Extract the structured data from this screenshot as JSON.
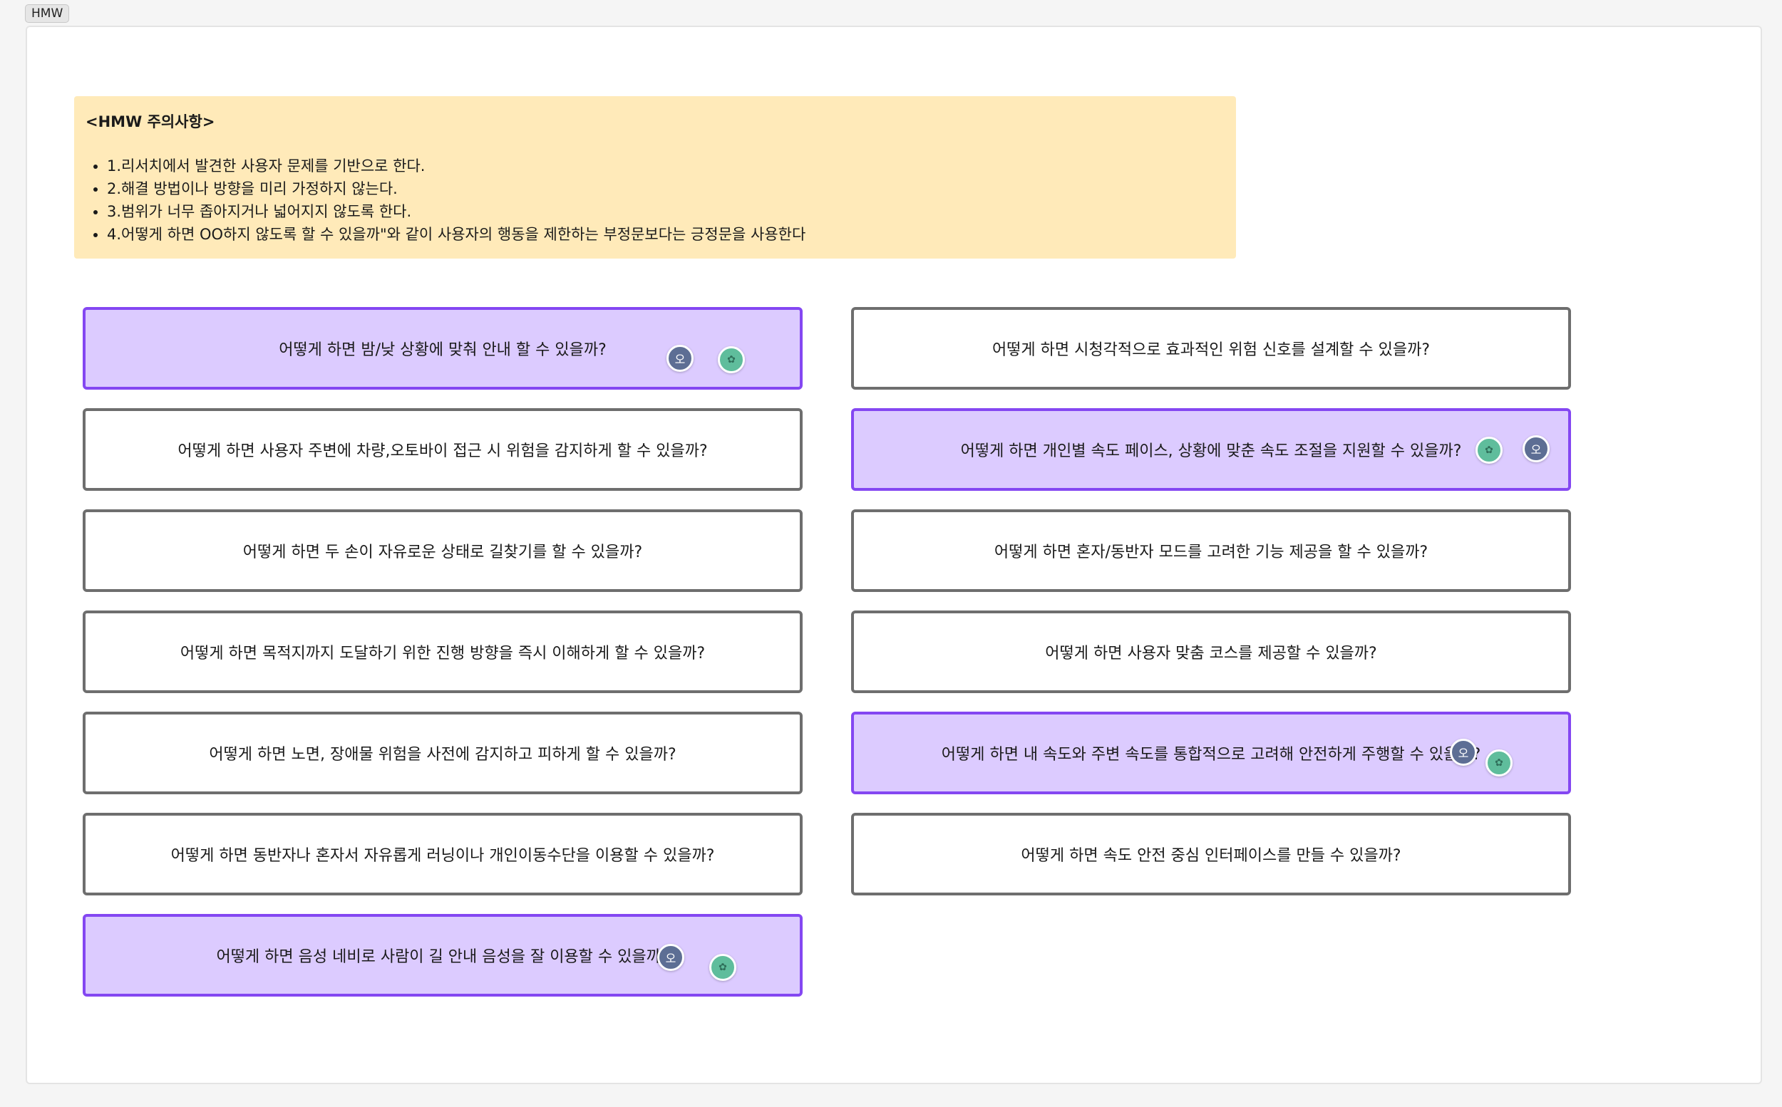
{
  "frame": {
    "label": "HMW"
  },
  "note": {
    "title": "<HMW 주의사항>",
    "items": [
      "1.리서치에서 발견한 사용자 문제를 기반으로 한다.",
      "2.해결 방법이나 방향을 미리 가정하지 않는다.",
      "3.범위가 너무 좁아지거나 넓어지지 않도록 한다.",
      "4.어떻게 하면 OO하지 않도록 할 수 있을까\"와 같이 사용자의 행동을 제한하는 부정문보다는 긍정문을 사용한다"
    ]
  },
  "cards": {
    "left": [
      {
        "text": "어떻게 하면 밤/낮 상황에 맞춰 안내 할 수 있을까?",
        "highlighted": true
      },
      {
        "text": "어떻게 하면 사용자 주변에 차량,오토바이 접근 시 위험을 감지하게 할 수 있을까?",
        "highlighted": false
      },
      {
        "text": "어떻게 하면 두 손이 자유로운 상태로 길찾기를 할 수 있을까?",
        "highlighted": false
      },
      {
        "text": "어떻게 하면 목적지까지 도달하기 위한 진행 방향을 즉시 이해하게 할 수 있을까?",
        "highlighted": false
      },
      {
        "text": "어떻게 하면 노면, 장애물 위험을 사전에 감지하고 피하게 할 수 있을까?",
        "highlighted": false
      },
      {
        "text": "어떻게 하면 동반자나 혼자서 자유롭게 러닝이나 개인이동수단을 이용할 수 있을까?",
        "highlighted": false
      },
      {
        "text": "어떻게 하면 음성 네비로 사람이 길 안내 음성을 잘 이용할 수 있을까?",
        "highlighted": true
      }
    ],
    "right": [
      {
        "text": "어떻게 하면 시청각적으로 효과적인 위험 신호를 설계할 수 있을까?",
        "highlighted": false
      },
      {
        "text": "어떻게 하면 개인별 속도 페이스, 상황에 맞춘 속도 조절을 지원할 수 있을까?",
        "highlighted": true
      },
      {
        "text": "어떻게 하면 혼자/동반자 모드를 고려한 기능 제공을 할 수 있을까?",
        "highlighted": false
      },
      {
        "text": "어떻게 하면 사용자 맞춤 코스를 제공할 수 있을까?",
        "highlighted": false
      },
      {
        "text": "어떻게 하면 내 속도와 주변 속도를 통합적으로 고려해 안전하게 주행할 수 있을까?",
        "highlighted": true
      },
      {
        "text": "어떻게 하면 속도 안전 중심 인터페이스를 만들 수 있을까?",
        "highlighted": false
      }
    ]
  },
  "avatar": {
    "initial": "오",
    "colors": {
      "dark": "#5d6e94",
      "green": "#5fbd9c"
    }
  }
}
